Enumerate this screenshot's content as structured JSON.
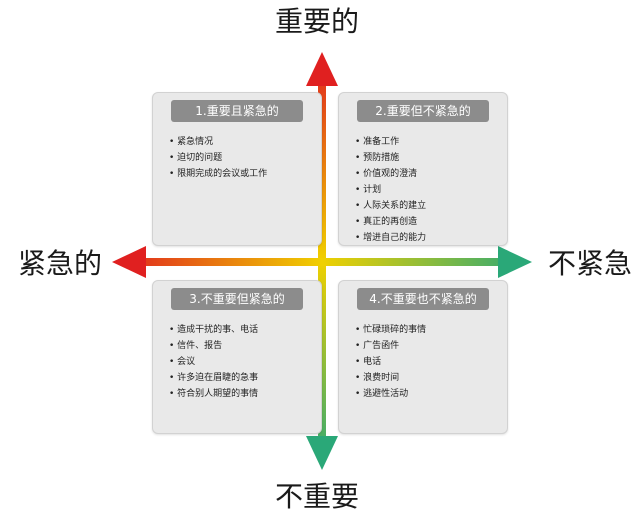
{
  "labels": {
    "top": "重要的",
    "bottom": "不重要",
    "left": "紧急的",
    "right": "不紧急"
  },
  "quadrants": [
    {
      "title": "1.重要且紧急的",
      "items": [
        "紧急情况",
        "迫切的问题",
        "限期完成的会议或工作"
      ]
    },
    {
      "title": "2.重要但不紧急的",
      "items": [
        "准备工作",
        "预防措施",
        "价值观的澄清",
        "计划",
        "人际关系的建立",
        "真正的再创造",
        "增进自己的能力"
      ]
    },
    {
      "title": "3.不重要但紧急的",
      "items": [
        "造成干扰的事、电话",
        "信件、报告",
        "会议",
        "许多迫在眉睫的急事",
        "符合别人期望的事情"
      ]
    },
    {
      "title": "4.不重要也不紧急的",
      "items": [
        "忙碌琐碎的事情",
        "广告函件",
        "电话",
        "浪费时间",
        "逃避性活动"
      ]
    }
  ],
  "colors": {
    "important_urgent": "#e02020",
    "center": "#f0d000",
    "unimportant_not_urgent": "#2aa878",
    "quad_bg": "#e9e9e9",
    "title_bg": "#8c8c8c"
  }
}
